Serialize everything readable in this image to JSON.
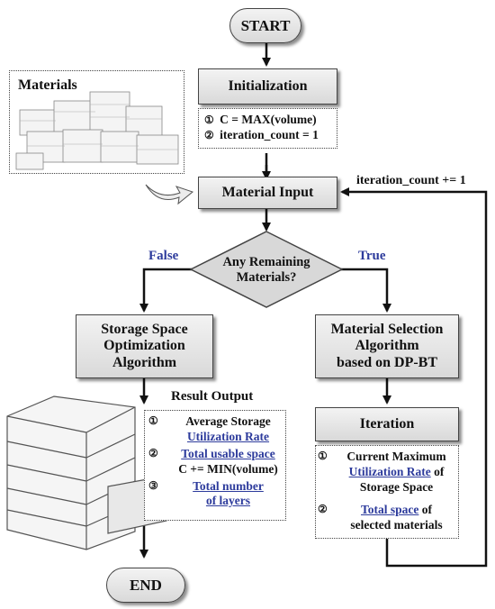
{
  "start": "START",
  "end": "END",
  "materials_label": "Materials",
  "initialization": {
    "title": "Initialization",
    "items": [
      "C = MAX(volume)",
      "iteration_count = 1"
    ],
    "markers": [
      "①",
      "②"
    ]
  },
  "material_input": "Material Input",
  "loop_label": "iteration_count += 1",
  "decision": "Any Remaining\nMaterials?",
  "false_label": "False",
  "true_label": "True",
  "storage_opt": "Storage Space\nOptimization\nAlgorithm",
  "material_select": "Material Selection\nAlgorithm\nbased on DP-BT",
  "result_output": {
    "title": "Result Output",
    "item1_a": "Average Storage",
    "item1_b": "Utilization Rate",
    "item2_a": "Total usable space",
    "item2_b": "C += MIN(volume)",
    "item3_a": "Total number",
    "item3_b": "of layers",
    "markers": [
      "①",
      "②",
      "③"
    ]
  },
  "iteration": {
    "title": "Iteration",
    "item1_a": "Current Maximum",
    "item1_b": "Utilization Rate",
    "item1_c": "of",
    "item1_d": "Storage Space",
    "item2_a": "Total space",
    "item2_b": "of",
    "item2_c": "selected materials",
    "markers": [
      "①",
      "②"
    ]
  },
  "colors": {
    "accent_blue": "#2d3b9c",
    "box_fill": "#e6e6e6",
    "line": "#111111"
  }
}
